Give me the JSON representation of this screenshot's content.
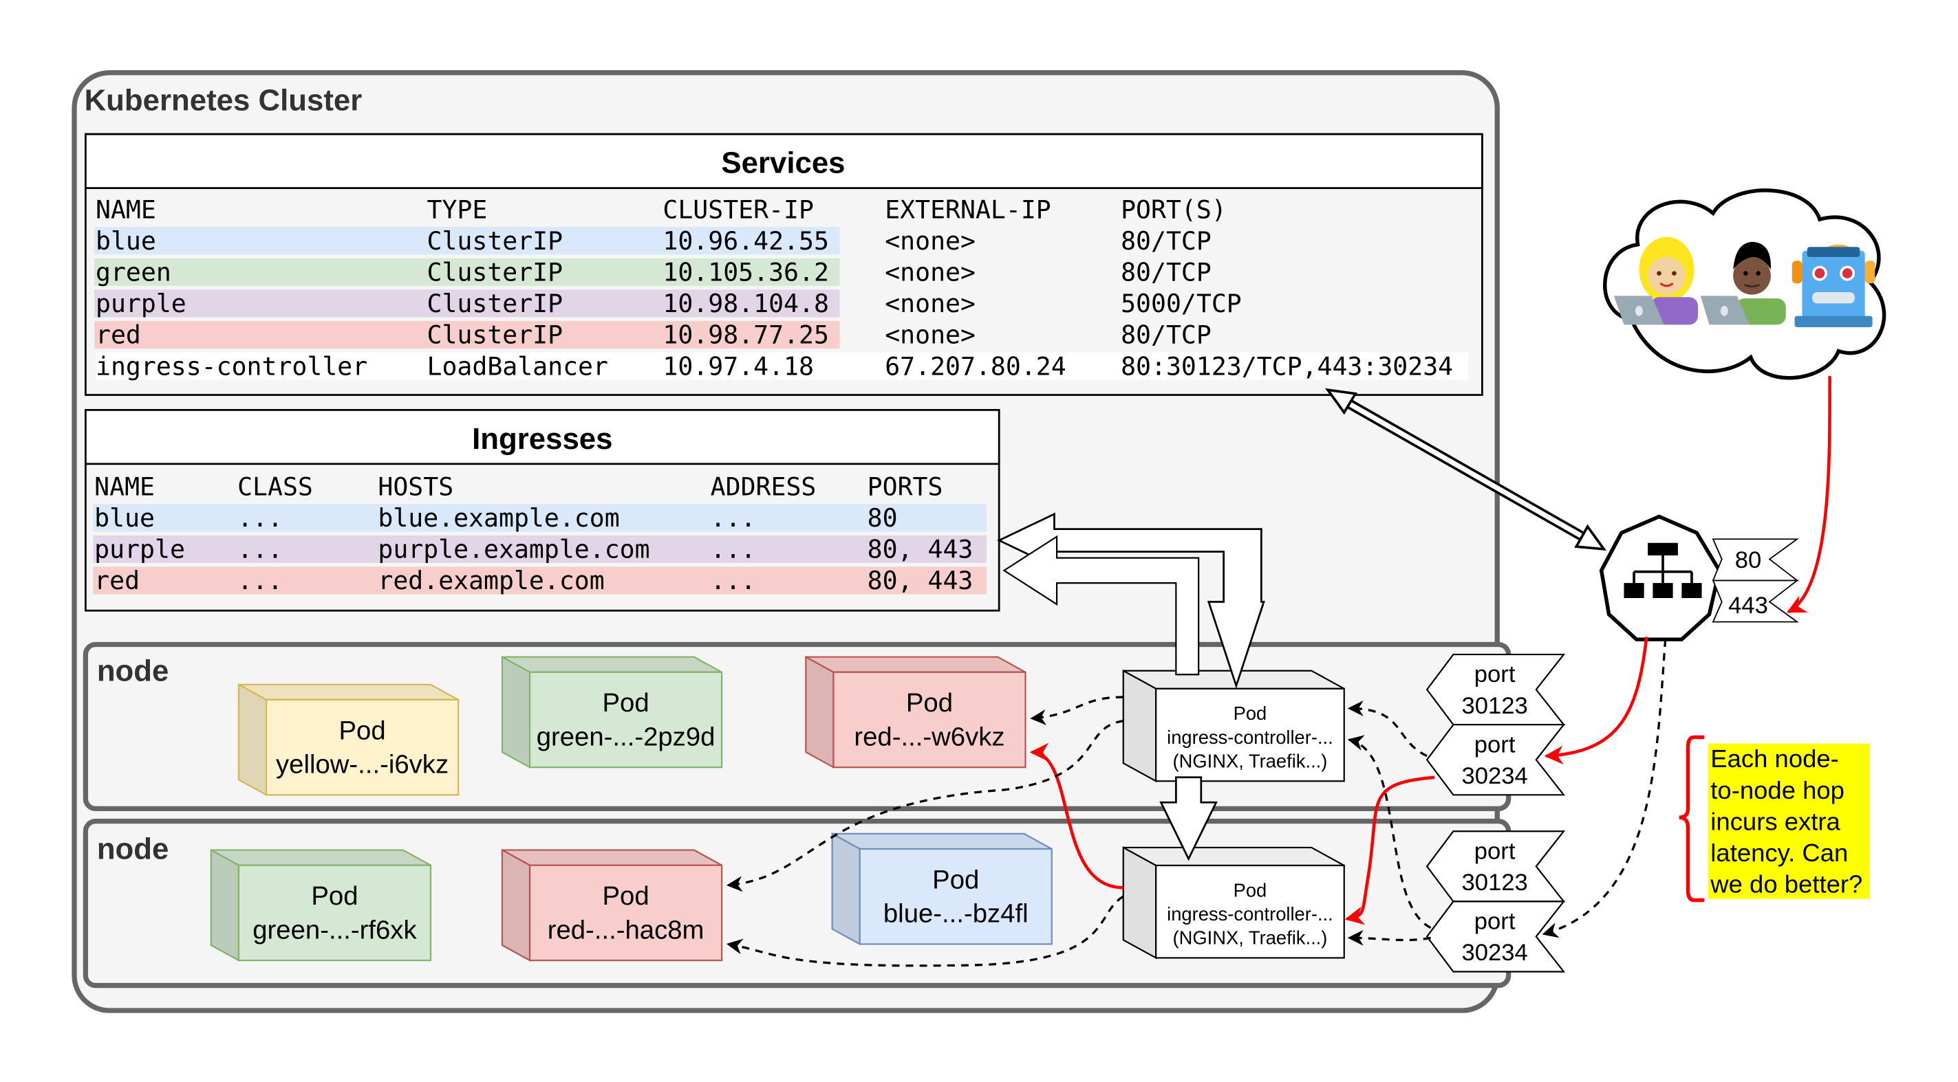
{
  "cluster": {
    "title": "Kubernetes Cluster"
  },
  "services": {
    "title": "Services",
    "columns": [
      "NAME",
      "TYPE",
      "CLUSTER-IP",
      "EXTERNAL-IP",
      "PORT(S)"
    ],
    "rows": [
      {
        "name": "blue",
        "type": "ClusterIP",
        "cluster_ip": "10.96.42.55",
        "external_ip": "<none>",
        "ports": "80/TCP",
        "color": "#dae8fc"
      },
      {
        "name": "green",
        "type": "ClusterIP",
        "cluster_ip": "10.105.36.2",
        "external_ip": "<none>",
        "ports": "80/TCP",
        "color": "#d5e8d4"
      },
      {
        "name": "purple",
        "type": "ClusterIP",
        "cluster_ip": "10.98.104.8",
        "external_ip": "<none>",
        "ports": "5000/TCP",
        "color": "#e1d5e7"
      },
      {
        "name": "red",
        "type": "ClusterIP",
        "cluster_ip": "10.98.77.25",
        "external_ip": "<none>",
        "ports": "80/TCP",
        "color": "#f8cecc"
      },
      {
        "name": "ingress-controller",
        "type": "LoadBalancer",
        "cluster_ip": "10.97.4.18",
        "external_ip": "67.207.80.24",
        "ports": "80:30123/TCP,443:30234",
        "color": "#ffffff"
      }
    ]
  },
  "ingresses": {
    "title": "Ingresses",
    "columns": [
      "NAME",
      "CLASS",
      "HOSTS",
      "ADDRESS",
      "PORTS"
    ],
    "rows": [
      {
        "name": "blue",
        "class": "...",
        "hosts": "blue.example.com",
        "address": "...",
        "ports": "80",
        "color": "#dae8fc"
      },
      {
        "name": "purple",
        "class": "...",
        "hosts": "purple.example.com",
        "address": "...",
        "ports": "80, 443",
        "color": "#e1d5e7"
      },
      {
        "name": "red",
        "class": "...",
        "hosts": "red.example.com",
        "address": "...",
        "ports": "80, 443",
        "color": "#f8cecc"
      }
    ]
  },
  "nodes": [
    {
      "label": "node",
      "pods": [
        {
          "title": "Pod",
          "name": "yellow-...-i6vkz",
          "color": "yellow"
        },
        {
          "title": "Pod",
          "name": "green-...-2pz9d",
          "color": "green"
        },
        {
          "title": "Pod",
          "name": "red-...-w6vkz",
          "color": "red"
        }
      ],
      "ingress_pod": {
        "title": "Pod",
        "line1": "ingress-controller-...",
        "line2": "(NGINX, Traefik...)"
      },
      "ports": [
        {
          "label": "port",
          "number": "30123"
        },
        {
          "label": "port",
          "number": "30234"
        }
      ]
    },
    {
      "label": "node",
      "pods": [
        {
          "title": "Pod",
          "name": "green-...-rf6xk",
          "color": "green"
        },
        {
          "title": "Pod",
          "name": "red-...-hac8m",
          "color": "red"
        },
        {
          "title": "Pod",
          "name": "blue-...-bz4fl",
          "color": "blue"
        }
      ],
      "ingress_pod": {
        "title": "Pod",
        "line1": "ingress-controller-...",
        "line2": "(NGINX, Traefik...)"
      },
      "ports": [
        {
          "label": "port",
          "number": "30123"
        },
        {
          "label": "port",
          "number": "30234"
        }
      ]
    }
  ],
  "load_balancer": {
    "icon": "load-balancer-icon",
    "ports": [
      "80",
      "443"
    ]
  },
  "users": {
    "icons": [
      "woman-technologist-icon",
      "man-technologist-icon",
      "robot-icon"
    ]
  },
  "note": {
    "lines": [
      "Each node-",
      "to-node hop",
      "incurs extra",
      "latency. Can",
      "we do better?"
    ],
    "background": "#ffff00",
    "brace_color": "#ff0000"
  },
  "colors": {
    "yellow": {
      "fill": "#fff2cc",
      "stroke": "#d6b656"
    },
    "green": {
      "fill": "#d5e8d4",
      "stroke": "#82b366"
    },
    "red": {
      "fill": "#f8cecc",
      "stroke": "#b85450"
    },
    "blue": {
      "fill": "#dae8fc",
      "stroke": "#6c8ebf"
    },
    "arrow_red": "#ff0000",
    "cluster_border": "#666666",
    "cluster_fill": "#f5f5f5"
  }
}
